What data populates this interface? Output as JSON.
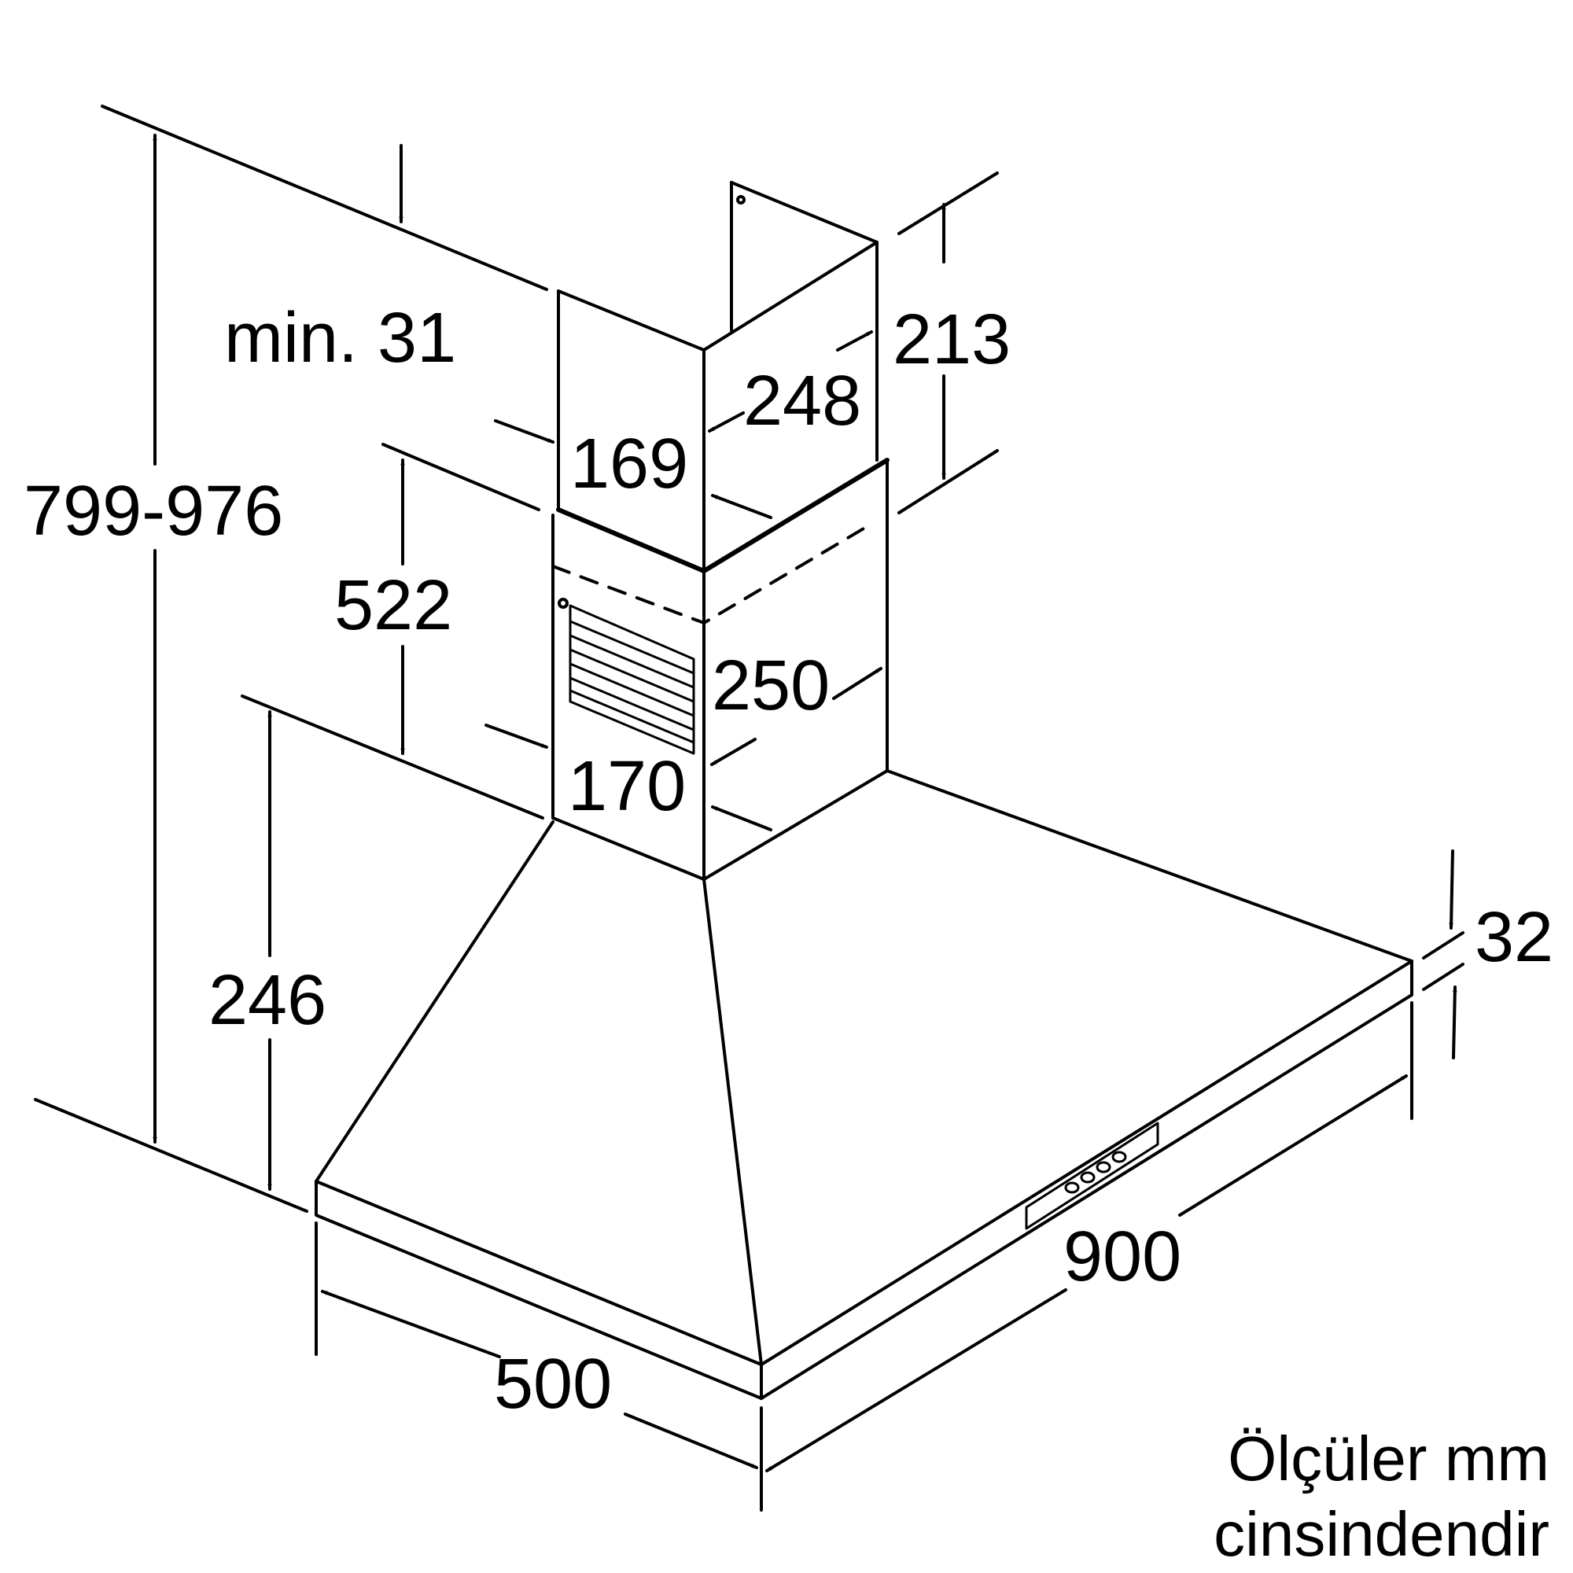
{
  "dimensions": {
    "total_height": "799-976",
    "min_gap": "min. 31",
    "upper_chimney_side": "169",
    "upper_chimney_front": "248",
    "upper_chimney_top": "213",
    "lower_chimney_height": "522",
    "lower_chimney_front": "250",
    "lower_chimney_side": "170",
    "canopy_height": "246",
    "canopy_depth": "500",
    "canopy_width": "900",
    "rim_thickness": "32"
  },
  "note": {
    "line1": "Ölçüler mm",
    "line2": "cinsindendir"
  },
  "colors": {
    "line": "#000000",
    "background": "#ffffff"
  }
}
